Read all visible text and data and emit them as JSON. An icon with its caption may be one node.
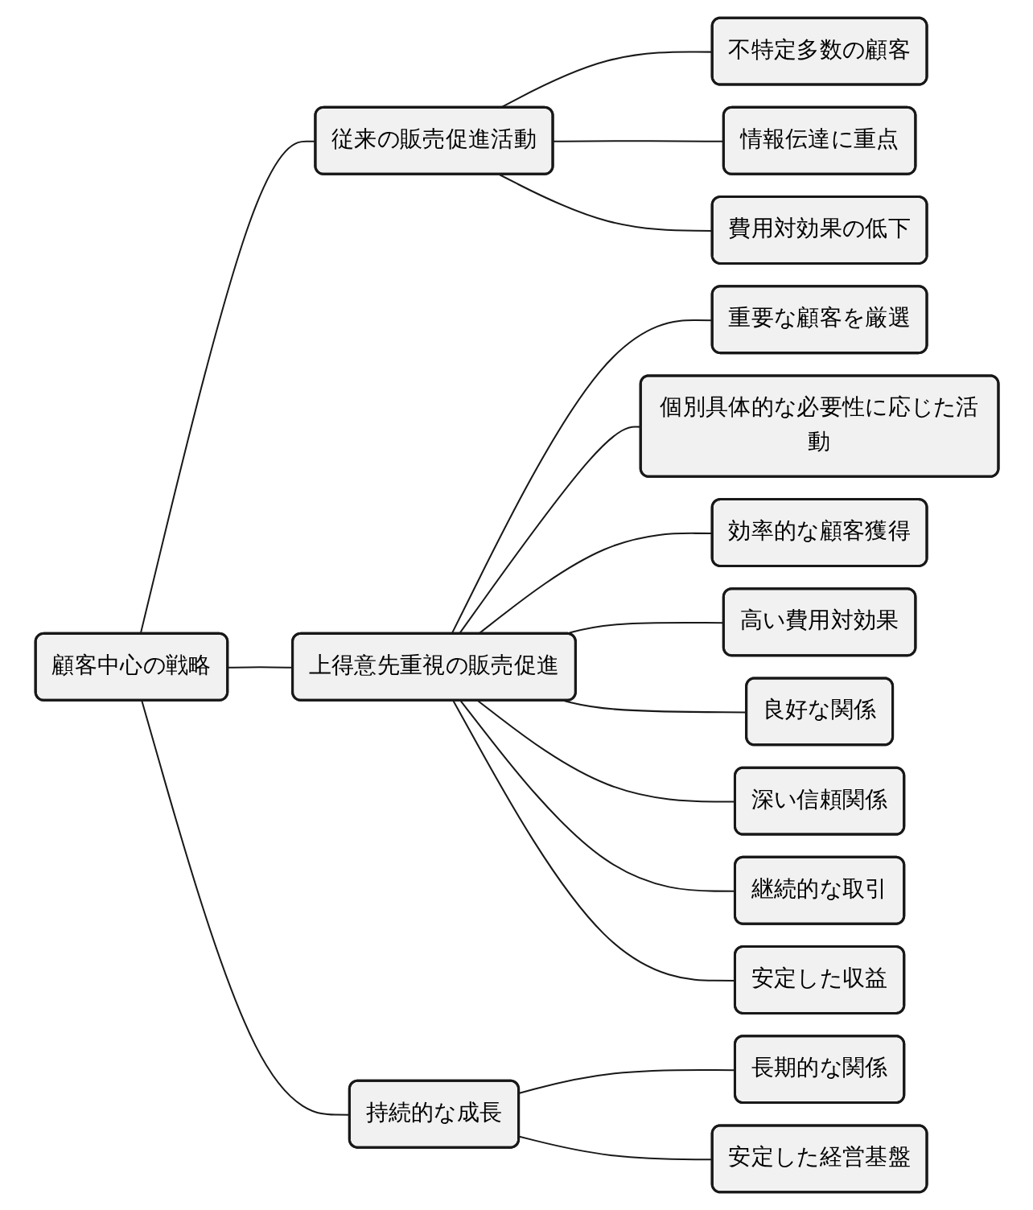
{
  "diagram": {
    "nodes": [
      {
        "text": [
          "顧客中心の戦略"
        ]
      },
      {
        "text": [
          "従来の販売促進活動"
        ]
      },
      {
        "text": [
          "不特定多数の顧客"
        ]
      },
      {
        "text": [
          "情報伝達に重点"
        ]
      },
      {
        "text": [
          "費用対効果の低下"
        ]
      },
      {
        "text": [
          "上得意先重視の販売促進"
        ]
      },
      {
        "text": [
          "重要な顧客を厳選"
        ]
      },
      {
        "text": [
          "個別具体的な必要性に応じた活動"
        ]
      },
      {
        "text": [
          "効率的な顧客獲得"
        ]
      },
      {
        "text": [
          "高い費用対効果"
        ]
      },
      {
        "text": [
          "良好な関係"
        ]
      },
      {
        "text": [
          "深い信頼関係"
        ]
      },
      {
        "text": [
          "継続的な取引"
        ]
      },
      {
        "text": [
          "安定した収益"
        ]
      },
      {
        "text": [
          "持続的な成長"
        ]
      },
      {
        "text": [
          "長期的な関係"
        ]
      },
      {
        "text": [
          "安定した経営基盤"
        ]
      }
    ],
    "edges": [
      {
        "from": 0,
        "to": 1,
        "arrow": "none"
      },
      {
        "from": 1,
        "to": 2,
        "arrow": "none"
      },
      {
        "from": 1,
        "to": 3,
        "arrow": "none"
      },
      {
        "from": 1,
        "to": 4,
        "arrow": "none"
      },
      {
        "from": 0,
        "to": 5,
        "arrow": "none"
      },
      {
        "from": 5,
        "to": 6,
        "arrow": "none"
      },
      {
        "from": 5,
        "to": 7,
        "arrow": "none"
      },
      {
        "from": 5,
        "to": 8,
        "arrow": "none"
      },
      {
        "from": 5,
        "to": 9,
        "arrow": "none"
      },
      {
        "from": 5,
        "to": 10,
        "arrow": "none"
      },
      {
        "from": 5,
        "to": 11,
        "arrow": "none"
      },
      {
        "from": 5,
        "to": 12,
        "arrow": "none"
      },
      {
        "from": 5,
        "to": 13,
        "arrow": "none"
      },
      {
        "from": 0,
        "to": 14,
        "arrow": "none"
      },
      {
        "from": 14,
        "to": 15,
        "arrow": "none"
      },
      {
        "from": 14,
        "to": 16,
        "arrow": "none"
      }
    ]
  }
}
